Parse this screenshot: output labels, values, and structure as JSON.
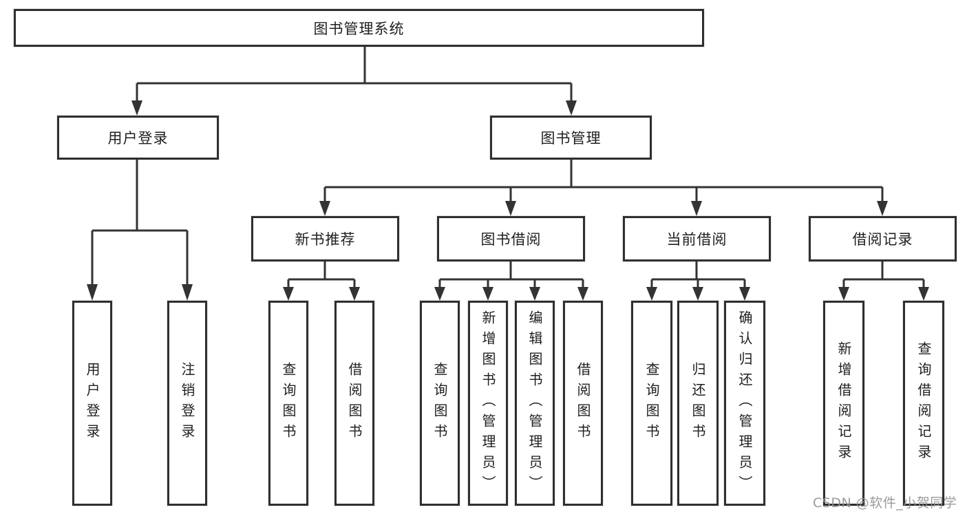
{
  "tree": {
    "label": "图书管理系统",
    "children": [
      {
        "label": "用户登录",
        "children": [
          {
            "label": "用户登录"
          },
          {
            "label": "注销登录"
          }
        ]
      },
      {
        "label": "图书管理",
        "children": [
          {
            "label": "新书推荐",
            "children": [
              {
                "label": "查询图书"
              },
              {
                "label": "借阅图书"
              }
            ]
          },
          {
            "label": "图书借阅",
            "children": [
              {
                "label": "查询图书"
              },
              {
                "label": "新增图书（管理员）"
              },
              {
                "label": "编辑图书（管理员）"
              },
              {
                "label": "借阅图书"
              }
            ]
          },
          {
            "label": "当前借阅",
            "children": [
              {
                "label": "查询图书"
              },
              {
                "label": "归还图书"
              },
              {
                "label": "确认归还（管理员）"
              }
            ]
          },
          {
            "label": "借阅记录",
            "children": [
              {
                "label": "新增借阅记录"
              },
              {
                "label": "查询借阅记录"
              }
            ]
          }
        ]
      }
    ]
  },
  "watermark": {
    "text": "CSDN @软件_小贺同学"
  },
  "colors": {
    "line": "#333333",
    "box_border": "#2f2f2f",
    "text": "#1f1f1f",
    "background": "#ffffff",
    "watermark": "#919191"
  }
}
